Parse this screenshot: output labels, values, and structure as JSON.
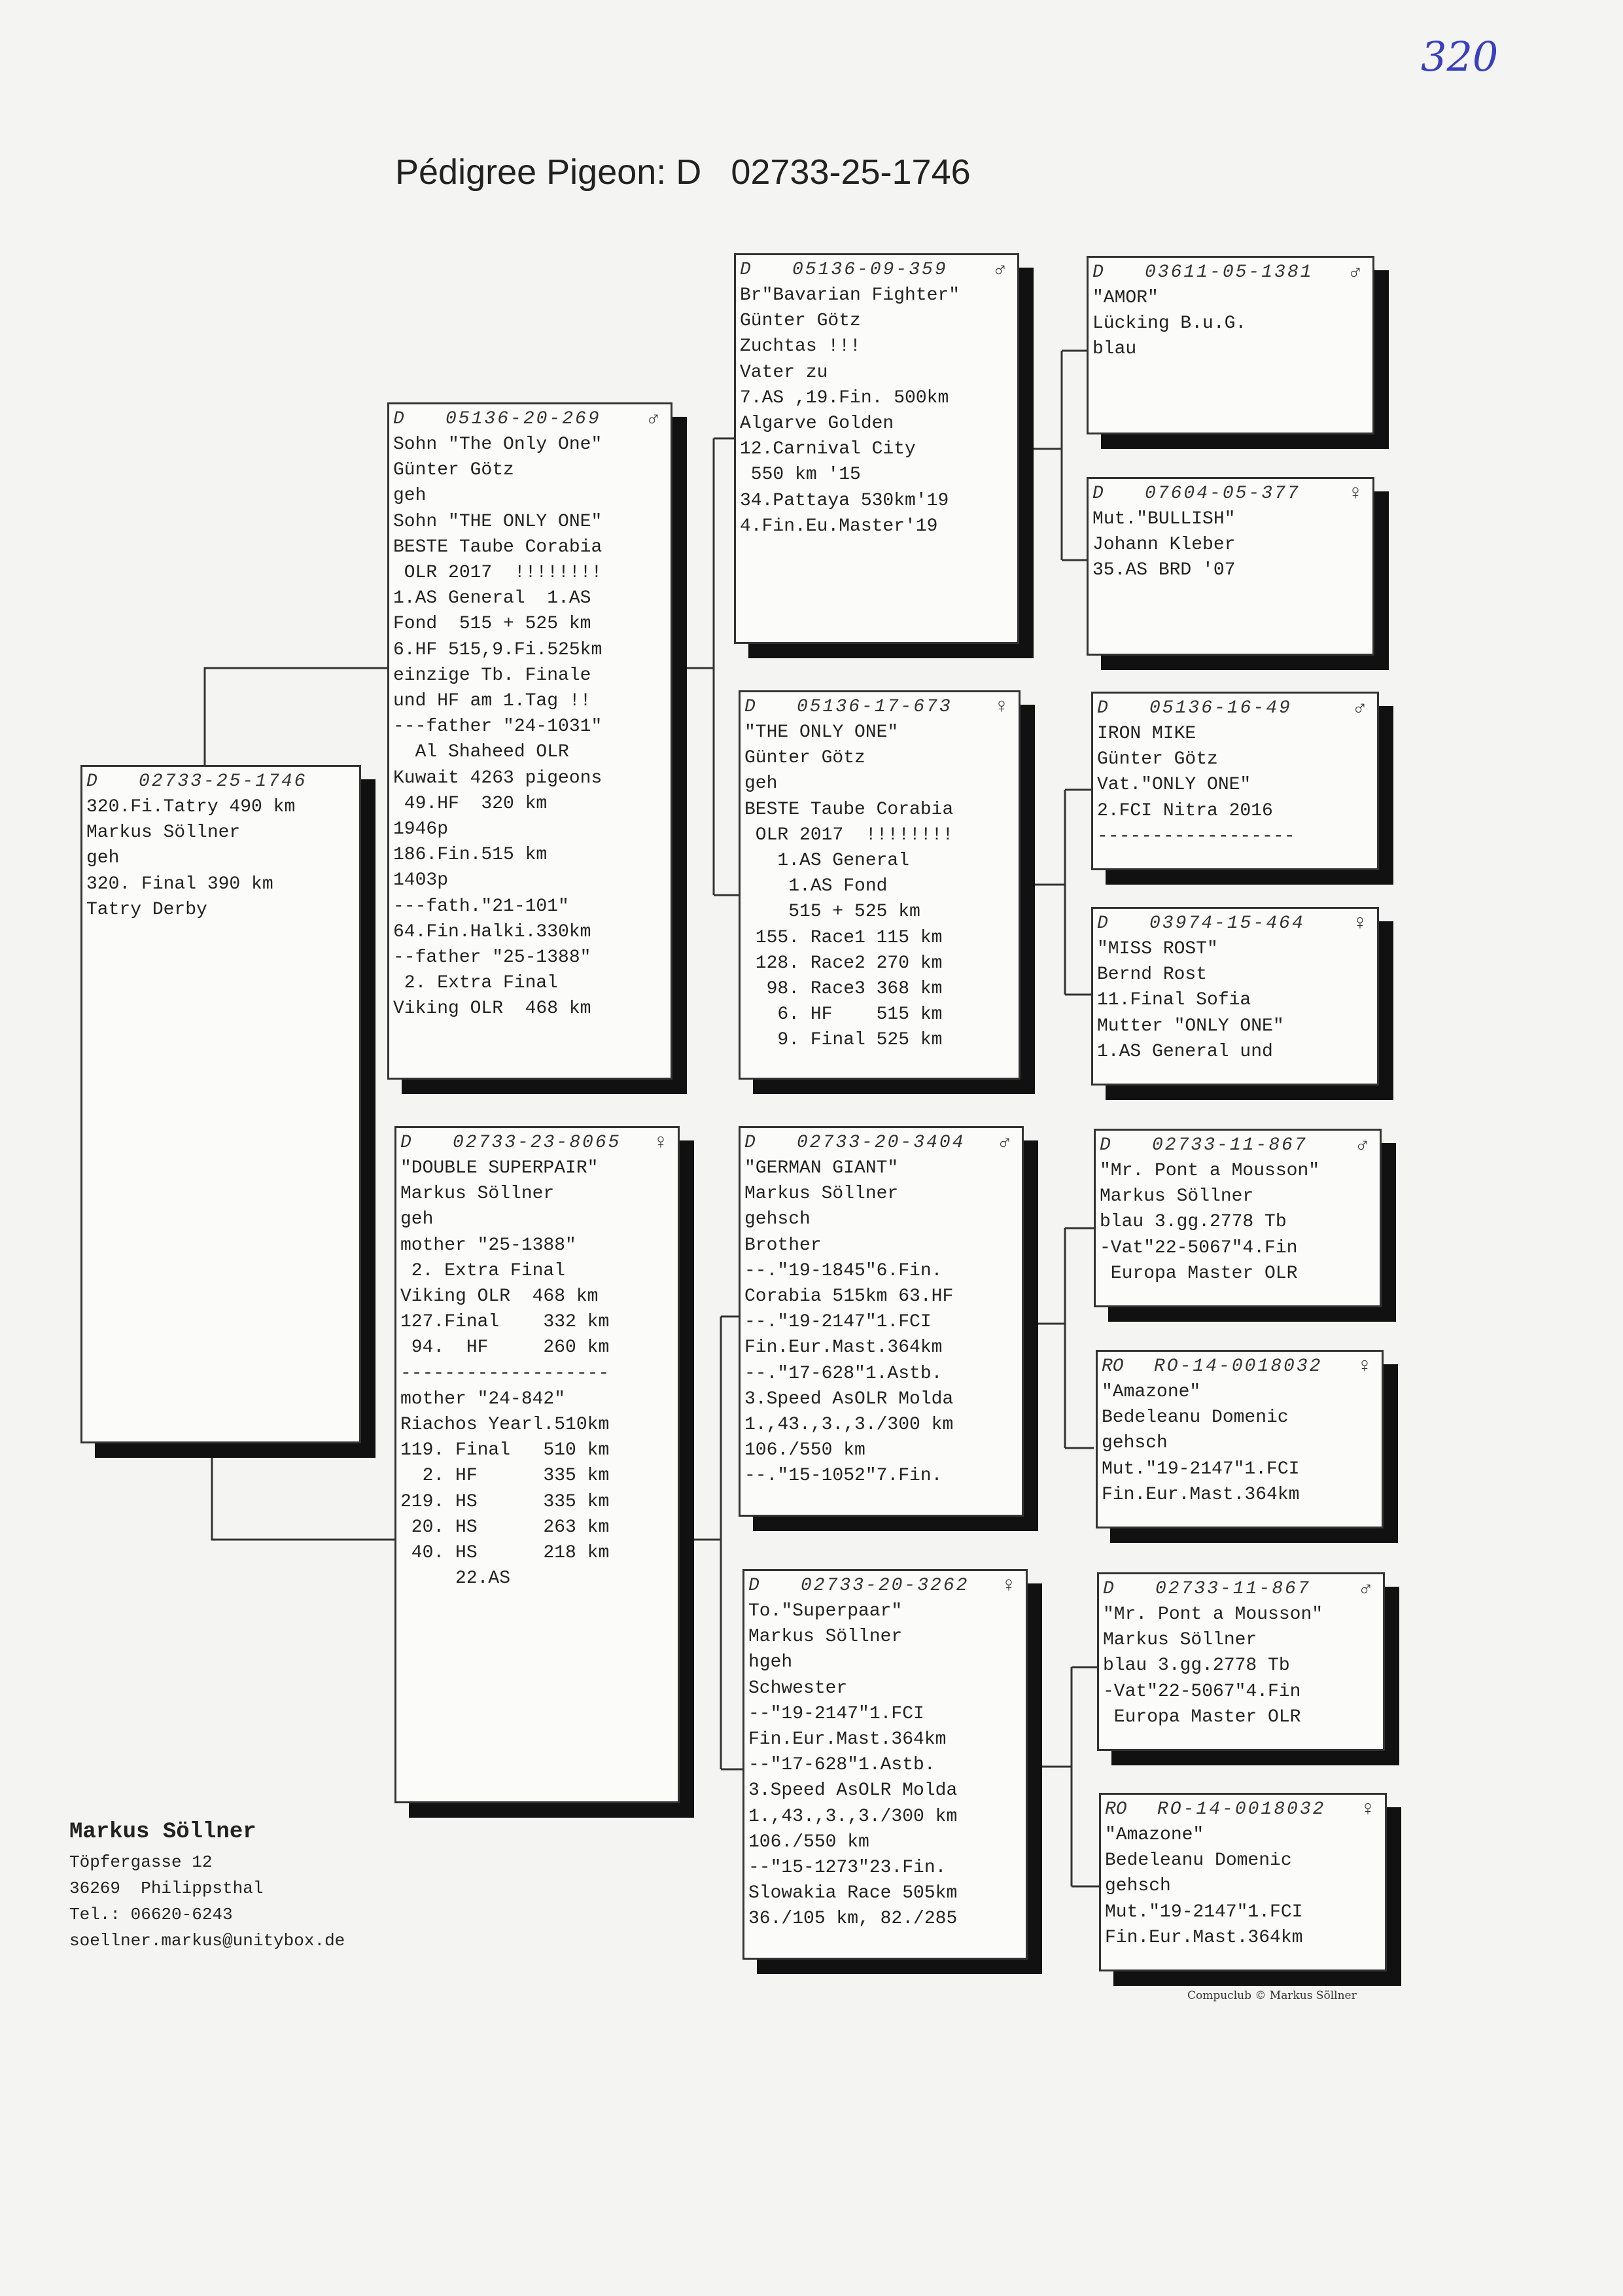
{
  "page_mark": "320",
  "title": "Pédigree Pigeon: D   02733-25-1746",
  "boxes": {
    "subject": {
      "country": "D",
      "ring": "02733-25-1746",
      "sex": "",
      "lines": [
        "320.Fi.Tatry 490 km",
        "Markus Söllner",
        "geh",
        "320. Final 390 km",
        "Tatry Derby"
      ]
    },
    "sire": {
      "country": "D",
      "ring": "05136-20-269",
      "sex": "♂",
      "lines": [
        "Sohn \"The Only One\"",
        "Günter Götz",
        "geh",
        "Sohn \"THE ONLY ONE\"",
        "BESTE Taube Corabia",
        " OLR 2017  !!!!!!!!",
        "1.AS General  1.AS",
        "Fond  515 + 525 km",
        "6.HF 515,9.Fi.525km",
        "einzige Tb. Finale",
        "und HF am 1.Tag !!",
        "---father \"24-1031\"",
        "  Al Shaheed OLR",
        "Kuwait 4263 pigeons",
        " 49.HF  320 km",
        "1946p",
        "186.Fin.515 km",
        "1403p",
        "---fath.\"21-101\"",
        "64.Fin.Halki.330km",
        "--father \"25-1388\"",
        " 2. Extra Final",
        "Viking OLR  468 km"
      ]
    },
    "dam": {
      "country": "D",
      "ring": "02733-23-8065",
      "sex": "♀",
      "lines": [
        "\"DOUBLE SUPERPAIR\"",
        "Markus Söllner",
        "geh",
        "mother \"25-1388\"",
        " 2. Extra Final",
        "Viking OLR  468 km",
        "127.Final    332 km",
        " 94.  HF     260 km",
        "-------------------",
        "mother \"24-842\"",
        "Riachos Yearl.510km",
        "119. Final   510 km",
        "  2. HF      335 km",
        "219. HS      335 km",
        " 20. HS      263 km",
        " 40. HS      218 km",
        "     22.AS"
      ]
    },
    "ss": {
      "country": "D",
      "ring": "05136-09-359",
      "sex": "♂",
      "lines": [
        "Br\"Bavarian Fighter\"",
        "Günter Götz",
        "Zuchtas !!!",
        "Vater zu",
        "7.AS ,19.Fin. 500km",
        "Algarve Golden",
        "12.Carnival City",
        " 550 km '15",
        "34.Pattaya 530km'19",
        "4.Fin.Eu.Master'19"
      ]
    },
    "sd": {
      "country": "D",
      "ring": "05136-17-673",
      "sex": "♀",
      "lines": [
        "\"THE ONLY ONE\"",
        "Günter Götz",
        "geh",
        "BESTE Taube Corabia",
        " OLR 2017  !!!!!!!!",
        "   1.AS General",
        "    1.AS Fond",
        "    515 + 525 km",
        " 155. Race1 115 km",
        " 128. Race2 270 km",
        "  98. Race3 368 km",
        "   6. HF    515 km",
        "   9. Final 525 km"
      ]
    },
    "ds": {
      "country": "D",
      "ring": "02733-20-3404",
      "sex": "♂",
      "lines": [
        "\"GERMAN GIANT\"",
        "Markus Söllner",
        "gehsch",
        "Brother",
        "--.\"19-1845\"6.Fin.",
        "Corabia 515km 63.HF",
        "--.\"19-2147\"1.FCI",
        "Fin.Eur.Mast.364km",
        "--.\"17-628\"1.Astb.",
        "3.Speed AsOLR Molda",
        "1.,43.,3.,3./300 km",
        "106./550 km",
        "--.\"15-1052\"7.Fin."
      ]
    },
    "dd": {
      "country": "D",
      "ring": "02733-20-3262",
      "sex": "♀",
      "lines": [
        "To.\"Superpaar\"",
        "Markus Söllner",
        "hgeh",
        "Schwester",
        "--\"19-2147\"1.FCI",
        "Fin.Eur.Mast.364km",
        "--\"17-628\"1.Astb.",
        "3.Speed AsOLR Molda",
        "1.,43.,3.,3./300 km",
        "106./550 km",
        "--\"15-1273\"23.Fin.",
        "Slowakia Race 505km",
        "36./105 km, 82./285"
      ]
    },
    "sss": {
      "country": "D",
      "ring": "03611-05-1381",
      "sex": "♂",
      "lines": [
        "\"AMOR\"",
        "Lücking B.u.G.",
        "blau"
      ]
    },
    "ssd": {
      "country": "D",
      "ring": "07604-05-377",
      "sex": "♀",
      "lines": [
        "Mut.\"BULLISH\"",
        "Johann Kleber",
        "35.AS BRD '07"
      ]
    },
    "sds": {
      "country": "D",
      "ring": "05136-16-49",
      "sex": "♂",
      "lines": [
        "IRON MIKE",
        "Günter Götz",
        "Vat.\"ONLY ONE\"",
        "2.FCI Nitra 2016",
        "------------------"
      ]
    },
    "sdd": {
      "country": "D",
      "ring": "03974-15-464",
      "sex": "♀",
      "lines": [
        "\"MISS ROST\"",
        "Bernd Rost",
        "11.Final Sofia",
        "Mutter \"ONLY ONE\"",
        "1.AS General und"
      ]
    },
    "dss": {
      "country": "D",
      "ring": "02733-11-867",
      "sex": "♂",
      "lines": [
        "\"Mr. Pont a Mousson\"",
        "Markus Söllner",
        "blau 3.gg.2778 Tb",
        "-Vat\"22-5067\"4.Fin",
        " Europa Master OLR"
      ]
    },
    "dsd": {
      "country": "RO",
      "ring": "RO-14-0018032",
      "sex": "♀",
      "lines": [
        "\"Amazone\"",
        "Bedeleanu Domenic",
        "gehsch",
        "Mut.\"19-2147\"1.FCI",
        "Fin.Eur.Mast.364km"
      ]
    },
    "dds": {
      "country": "D",
      "ring": "02733-11-867",
      "sex": "♂",
      "lines": [
        "\"Mr. Pont a Mousson\"",
        "Markus Söllner",
        "blau 3.gg.2778 Tb",
        "-Vat\"22-5067\"4.Fin",
        " Europa Master OLR"
      ]
    },
    "ddd": {
      "country": "RO",
      "ring": "RO-14-0018032",
      "sex": "♀",
      "lines": [
        "\"Amazone\"",
        "Bedeleanu Domenic",
        "gehsch",
        "Mut.\"19-2147\"1.FCI",
        "Fin.Eur.Mast.364km"
      ]
    }
  },
  "breeder": {
    "name": "Markus Söllner",
    "street": "Töpfergasse 12",
    "city": "36269  Philippsthal",
    "phone": "Tel.: 06620-6243",
    "email": "soellner.markus@unitybox.de"
  },
  "footer": "Compuclub © Markus Söllner"
}
